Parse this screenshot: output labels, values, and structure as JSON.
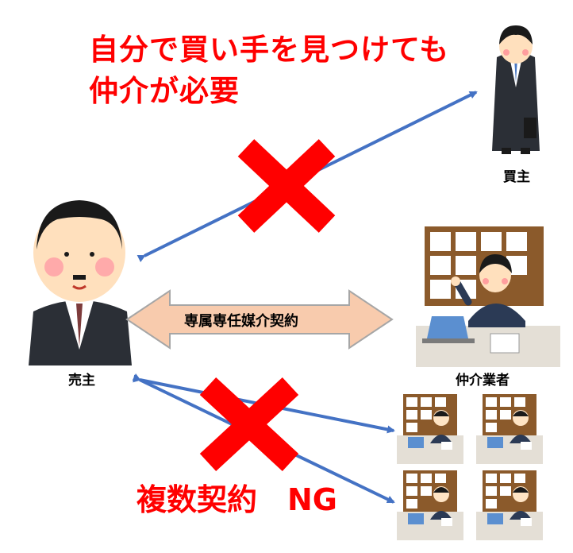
{
  "title_lines": [
    "自分で買い手を見つけても",
    "仲介が必要"
  ],
  "buyer_label": "買主",
  "seller_label": "売主",
  "agent_label": "仲介業者",
  "contract_label": "専属専任媒介契約",
  "multi_label": "複数契約　NG",
  "colors": {
    "warning_red": "#ff0000",
    "arrow_blue": "#4472c4",
    "contract_arrow_fill": "#f8cbad",
    "contract_arrow_stroke": "#a6a6a6",
    "board_brown": "#8b5a2b",
    "suit_dark": "#2b2f36"
  }
}
